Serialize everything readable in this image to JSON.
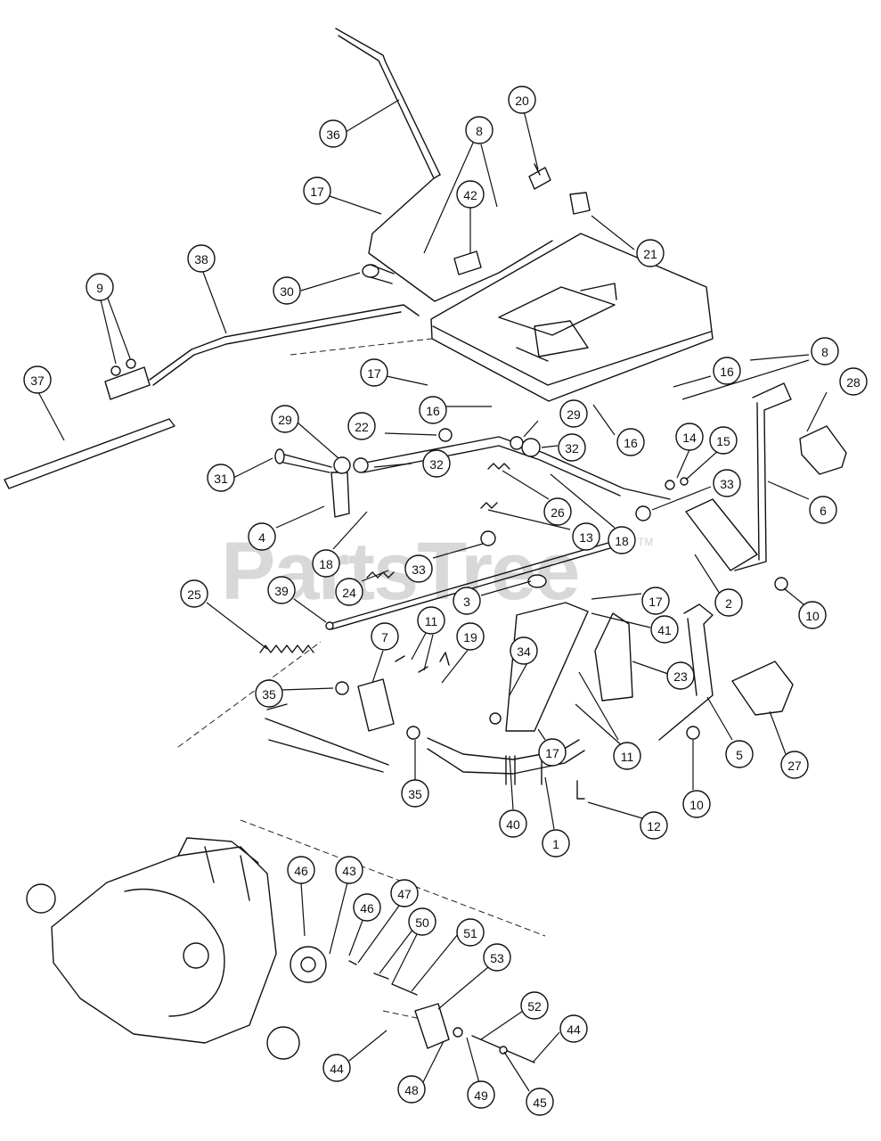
{
  "diagram": {
    "watermark": "PartsTree",
    "trademark": "TM",
    "callouts": [
      "36",
      "8",
      "20",
      "17",
      "42",
      "21",
      "38",
      "30",
      "9",
      "37",
      "8",
      "17",
      "16",
      "28",
      "16",
      "16",
      "29",
      "22",
      "29",
      "32",
      "31",
      "32",
      "14",
      "15",
      "33",
      "4",
      "26",
      "6",
      "18",
      "13",
      "18",
      "33",
      "24",
      "2",
      "10",
      "3",
      "17",
      "39",
      "25",
      "41",
      "11",
      "19",
      "7",
      "34",
      "23",
      "35",
      "11",
      "5",
      "17",
      "27",
      "35",
      "40",
      "1",
      "10",
      "12",
      "46",
      "43",
      "46",
      "47",
      "50",
      "51",
      "53",
      "52",
      "44",
      "44",
      "48",
      "49",
      "45"
    ]
  }
}
